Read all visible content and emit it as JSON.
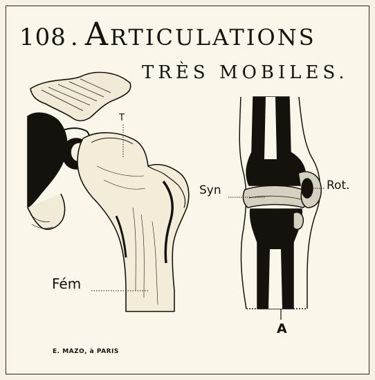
{
  "plate": {
    "number": "108",
    "separator": ".",
    "title": "Articulations",
    "subtitle": "TRÈS MOBILES."
  },
  "labels": {
    "t": "T",
    "syn": "Syn",
    "rot": "Rot.",
    "fem": "Fém",
    "a": "A"
  },
  "publisher": "E. MAZO, à PARIS",
  "colors": {
    "paper": "#faf6ea",
    "ink": "#15120e"
  }
}
